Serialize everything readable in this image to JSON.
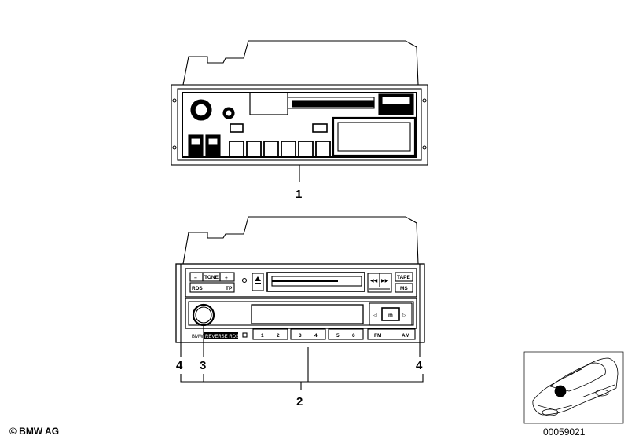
{
  "copyright": "© BMW AG",
  "image_number": "00059021",
  "callouts": {
    "c1": "1",
    "c2": "2",
    "c3": "3",
    "c4_left": "4",
    "c4_right": "4"
  },
  "lower_radio": {
    "tone": {
      "minus": "−",
      "label": "TONE",
      "plus": "+"
    },
    "rds": "RDS",
    "tp": "TP",
    "tape": "TAPE",
    "ms": "MS",
    "model": "BMW",
    "model_sub": "REVERSE RDS",
    "m_button": "m",
    "presets": [
      "1",
      "2",
      "3",
      "4",
      "5",
      "6"
    ],
    "fm": "FM",
    "am": "AM"
  }
}
